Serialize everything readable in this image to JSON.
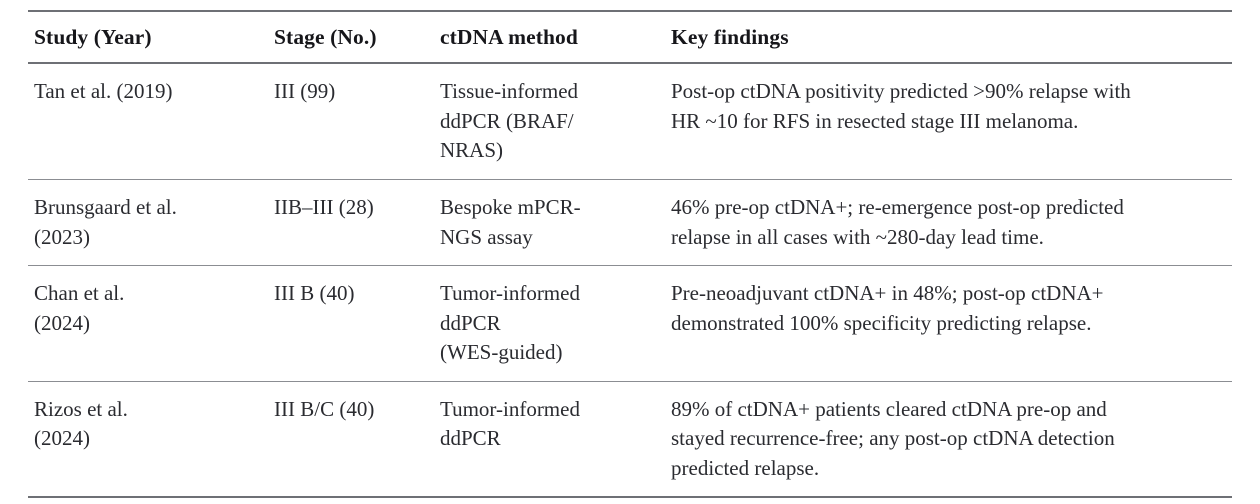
{
  "table": {
    "columns": [
      {
        "key": "study",
        "label": "Study (Year)"
      },
      {
        "key": "stage",
        "label": "Stage (No.)"
      },
      {
        "key": "method",
        "label": "ctDNA method"
      },
      {
        "key": "findings",
        "label": "Key findings"
      }
    ],
    "rows": [
      {
        "study": {
          "lines": [
            "Tan et al. (2019)"
          ]
        },
        "stage": {
          "lines": [
            "III (99)"
          ]
        },
        "method": {
          "lines": [
            "Tissue-informed",
            "ddPCR (BRAF/",
            "NRAS)"
          ]
        },
        "findings": {
          "lines": [
            "Post-op ctDNA positivity predicted >90% relapse with",
            "HR ~10 for RFS in resected stage III melanoma."
          ]
        }
      },
      {
        "study": {
          "lines": [
            "Brunsgaard et al.",
            "(2023)"
          ]
        },
        "stage": {
          "lines": [
            "IIB–III (28)"
          ]
        },
        "method": {
          "lines": [
            "Bespoke mPCR-",
            "NGS assay"
          ]
        },
        "findings": {
          "lines": [
            "46% pre-op ctDNA+; re-emergence post-op predicted",
            "relapse in all cases with ~280-day lead time."
          ]
        }
      },
      {
        "study": {
          "lines": [
            "Chan et al.",
            "(2024)"
          ]
        },
        "stage": {
          "lines": [
            "III B (40)"
          ]
        },
        "method": {
          "lines": [
            "Tumor-informed",
            "ddPCR",
            "(WES-guided)"
          ]
        },
        "findings": {
          "lines": [
            "Pre-neoadjuvant ctDNA+ in 48%; post-op ctDNA+",
            "demonstrated 100% specificity predicting relapse."
          ]
        }
      },
      {
        "study": {
          "lines": [
            "Rizos et al.",
            "(2024)"
          ]
        },
        "stage": {
          "lines": [
            "III B/C (40)"
          ]
        },
        "method": {
          "lines": [
            "Tumor-informed",
            "ddPCR"
          ]
        },
        "findings": {
          "lines": [
            "89% of ctDNA+ patients cleared ctDNA pre-op and",
            "stayed recurrence-free; any post-op ctDNA detection",
            "predicted relapse."
          ]
        }
      }
    ]
  },
  "style": {
    "rule_color_heavy": "#6e7075",
    "rule_color_light": "#8b8d92",
    "text_color": "#2a2b30",
    "header_text_color": "#16161a",
    "background": "#ffffff"
  }
}
